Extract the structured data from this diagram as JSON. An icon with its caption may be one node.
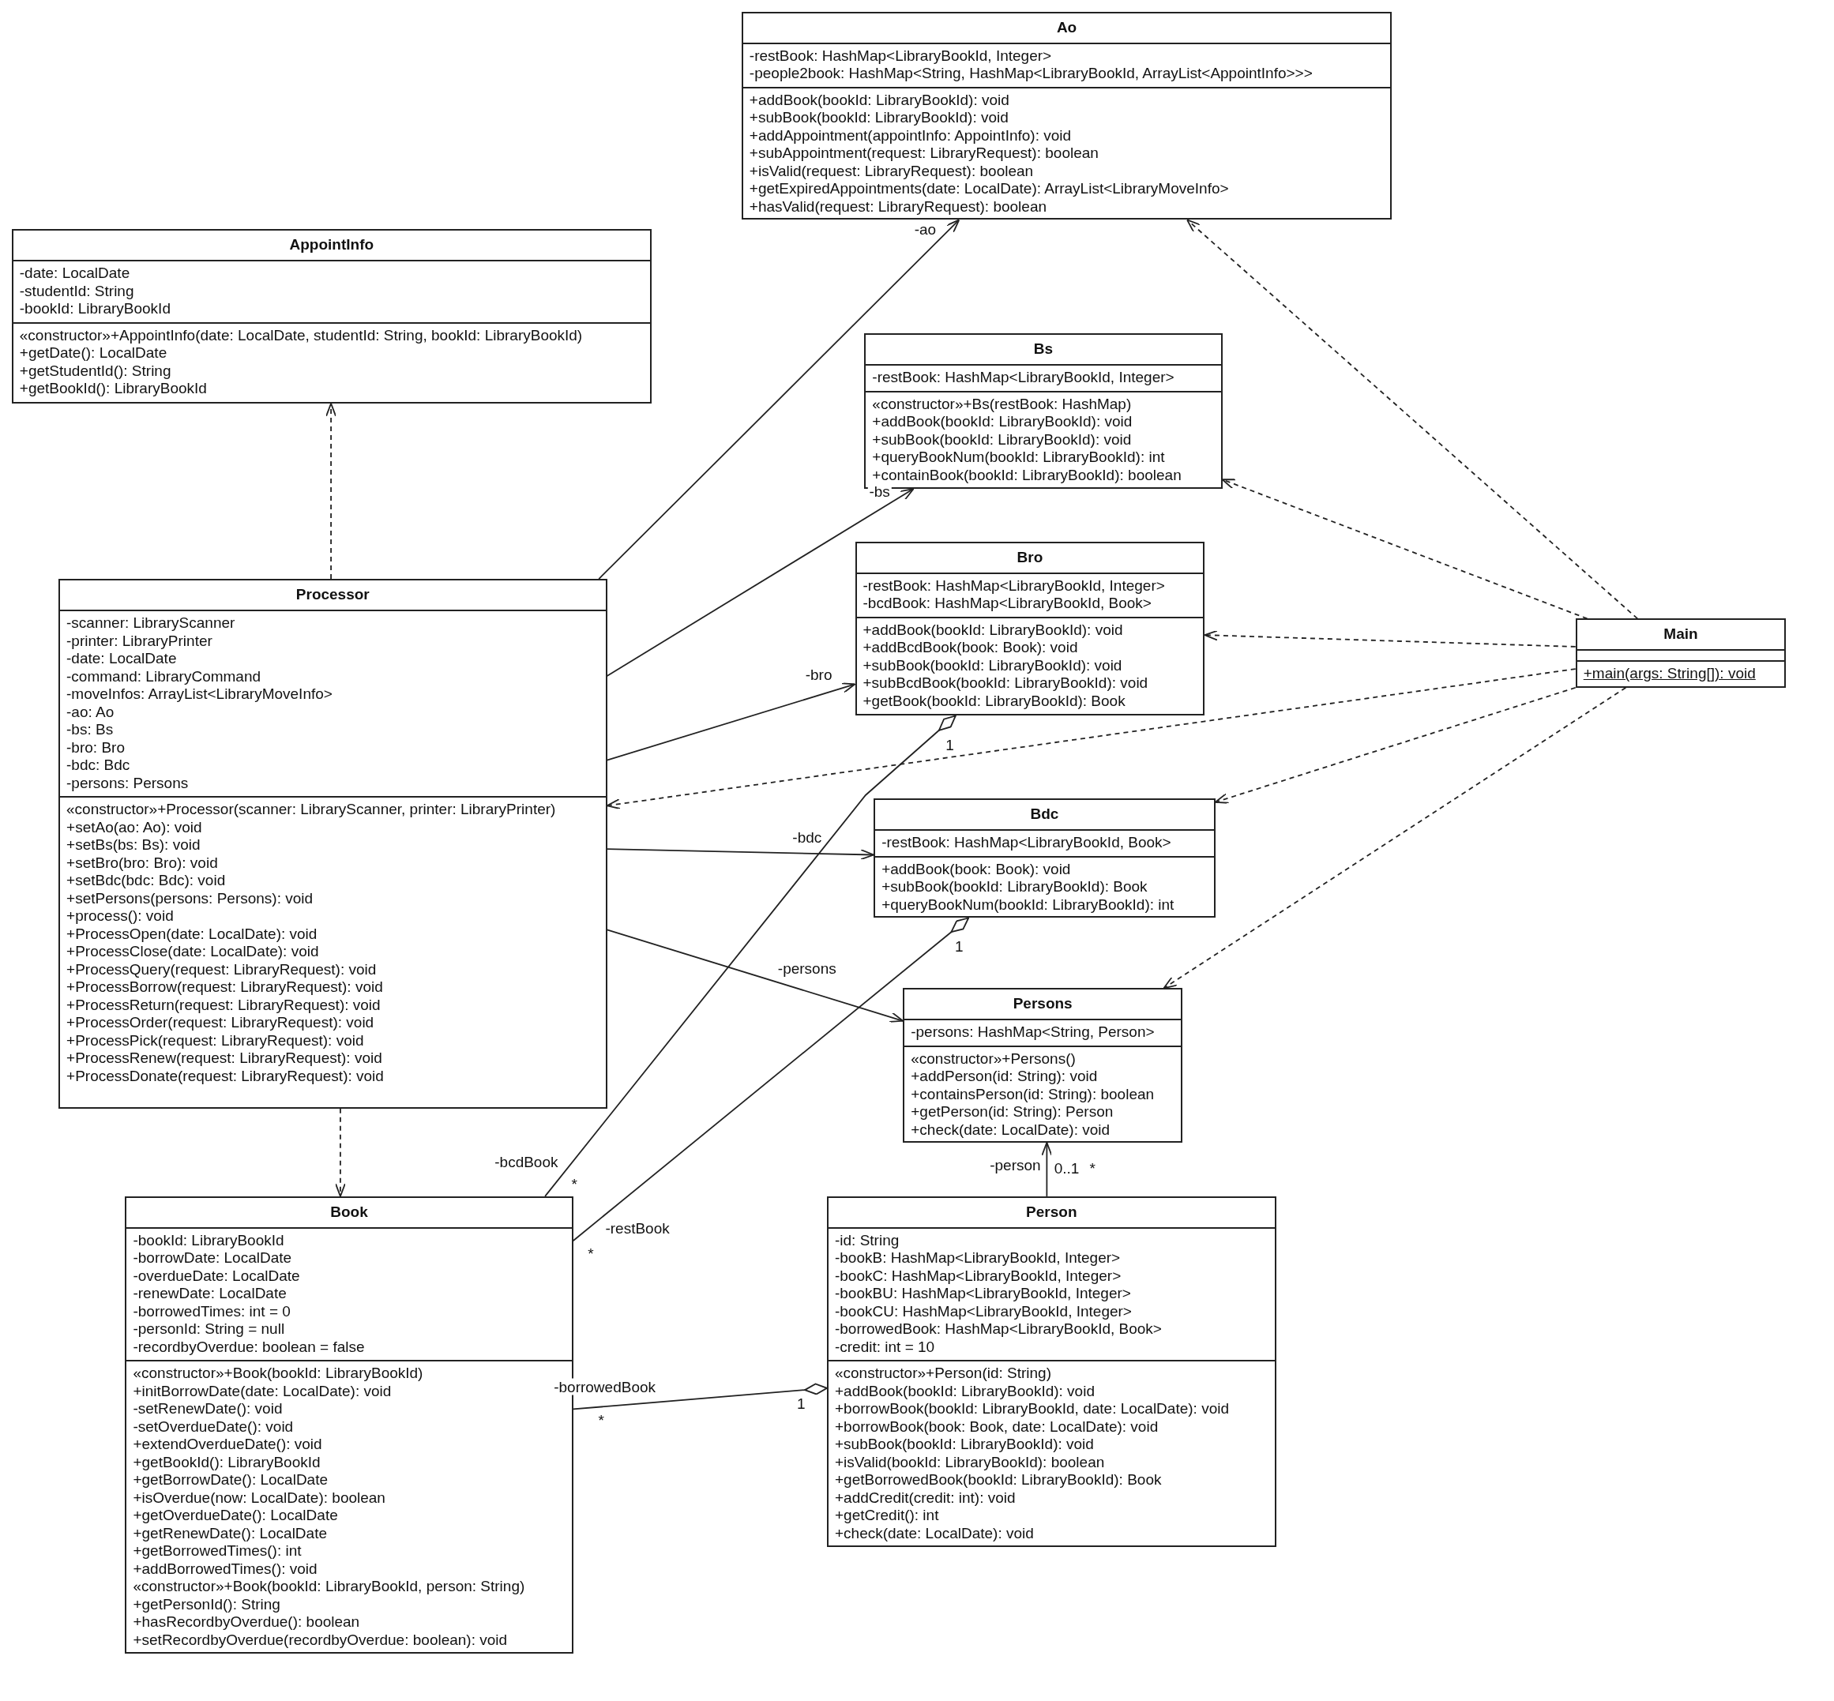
{
  "diagram": {
    "nodes": [
      {
        "text": [
          "Ao"
        ]
      },
      {
        "text": [
          "-restBook: HashMap<LibraryBookId, Integer>",
          "-people2book: HashMap<String, HashMap<LibraryBookId, ArrayList<AppointInfo>>>"
        ],
        "in": 0
      },
      {
        "text": [
          "+addBook(bookId: LibraryBookId): void",
          "+subBook(bookId: LibraryBookId): void",
          "+addAppointment(appointInfo: AppointInfo): void",
          "+subAppointment(request: LibraryRequest): boolean",
          "+isValid(request: LibraryRequest): boolean",
          "+getExpiredAppointments(date: LocalDate): ArrayList<LibraryMoveInfo>",
          "+hasValid(request: LibraryRequest): boolean"
        ],
        "in": 0
      },
      {
        "text": [
          "AppointInfo"
        ]
      },
      {
        "text": [
          "-date: LocalDate",
          "-studentId: String",
          "-bookId: LibraryBookId"
        ],
        "in": 3
      },
      {
        "text": [
          "«constructor»+AppointInfo(date: LocalDate, studentId: String, bookId: LibraryBookId)",
          "+getDate(): LocalDate",
          "+getStudentId(): String",
          "+getBookId(): LibraryBookId"
        ],
        "in": 3
      },
      {
        "text": [
          "Bs"
        ]
      },
      {
        "text": [
          "-restBook: HashMap<LibraryBookId, Integer>"
        ],
        "in": 6
      },
      {
        "text": [
          "«constructor»+Bs(restBook: HashMap)",
          "+addBook(bookId: LibraryBookId): void",
          "+subBook(bookId: LibraryBookId): void",
          "+queryBookNum(bookId: LibraryBookId): int",
          "+containBook(bookId: LibraryBookId): boolean"
        ],
        "in": 6
      },
      {
        "text": [
          "Bro"
        ]
      },
      {
        "text": [
          "-restBook: HashMap<LibraryBookId, Integer>",
          "-bcdBook: HashMap<LibraryBookId, Book>"
        ],
        "in": 9
      },
      {
        "text": [
          "+addBook(bookId: LibraryBookId): void",
          "+addBcdBook(book: Book): void",
          "+subBook(bookId: LibraryBookId): void",
          "+subBcdBook(bookId: LibraryBookId): void",
          "+getBook(bookId: LibraryBookId): Book"
        ],
        "in": 9
      },
      {
        "text": [
          "Processor"
        ]
      },
      {
        "text": [
          "-scanner: LibraryScanner",
          "-printer: LibraryPrinter",
          "-date: LocalDate",
          "-command: LibraryCommand",
          "-moveInfos: ArrayList<LibraryMoveInfo>",
          "-ao: Ao",
          "-bs: Bs",
          "-bro: Bro",
          "-bdc: Bdc",
          "-persons: Persons"
        ],
        "in": 12
      },
      {
        "text": [
          "«constructor»+Processor(scanner: LibraryScanner, printer: LibraryPrinter)",
          "+setAo(ao: Ao): void",
          "+setBs(bs: Bs): void",
          "+setBro(bro: Bro): void",
          "+setBdc(bdc: Bdc): void",
          "+setPersons(persons: Persons): void",
          "+process(): void",
          "+ProcessOpen(date: LocalDate): void",
          "+ProcessClose(date: LocalDate): void",
          "+ProcessQuery(request: LibraryRequest): void",
          "+ProcessBorrow(request: LibraryRequest): void",
          "+ProcessReturn(request: LibraryRequest): void",
          "+ProcessOrder(request: LibraryRequest): void",
          "+ProcessPick(request: LibraryRequest): void",
          "+ProcessRenew(request: LibraryRequest): void",
          "+ProcessDonate(request: LibraryRequest): void"
        ],
        "in": 12
      },
      {
        "text": [
          "Main"
        ]
      },
      {
        "text": [],
        "shape": "box",
        "in": 15
      },
      {
        "text": [
          "+main(args: String[]): void"
        ],
        "in": 15
      },
      {
        "text": [
          "Bdc"
        ]
      },
      {
        "text": [
          "-restBook: HashMap<LibraryBookId, Book>"
        ],
        "in": 18
      },
      {
        "text": [
          "+addBook(book: Book): void",
          "+subBook(bookId: LibraryBookId): Book",
          "+queryBookNum(bookId: LibraryBookId): int"
        ],
        "in": 18
      },
      {
        "text": [
          "Persons"
        ]
      },
      {
        "text": [
          "-persons: HashMap<String, Person>"
        ],
        "in": 21
      },
      {
        "text": [
          "«constructor»+Persons()",
          "+addPerson(id: String): void",
          "+containsPerson(id: String): boolean",
          "+getPerson(id: String): Person",
          "+check(date: LocalDate): void"
        ],
        "in": 21
      },
      {
        "text": [
          "Book"
        ]
      },
      {
        "text": [
          "-bookId: LibraryBookId",
          "-borrowDate: LocalDate",
          "-overdueDate: LocalDate",
          "-renewDate: LocalDate",
          "-borrowedTimes: int = 0",
          "-personId: String = null",
          "-recordbyOverdue: boolean = false"
        ],
        "in": 24
      },
      {
        "text": [
          "«constructor»+Book(bookId: LibraryBookId)",
          "+initBorrowDate(date: LocalDate): void",
          "-setRenewDate(): void",
          "-setOverdueDate(): void",
          "+extendOverdueDate(): void",
          "+getBookId(): LibraryBookId",
          "+getBorrowDate(): LocalDate",
          "+isOverdue(now: LocalDate): boolean",
          "+getOverdueDate(): LocalDate",
          "+getRenewDate(): LocalDate",
          "+getBorrowedTimes(): int",
          "+addBorrowedTimes(): void",
          "«constructor»+Book(bookId: LibraryBookId, person: String)",
          "+getPersonId(): String",
          "+hasRecordbyOverdue(): boolean",
          "+setRecordbyOverdue(recordbyOverdue: boolean): void"
        ],
        "in": 24
      },
      {
        "text": [
          "Person"
        ]
      },
      {
        "text": [
          "-id: String",
          "-bookB: HashMap<LibraryBookId, Integer>",
          "-bookC: HashMap<LibraryBookId, Integer>",
          "-bookBU: HashMap<LibraryBookId, Integer>",
          "-bookCU: HashMap<LibraryBookId, Integer>",
          "-borrowedBook: HashMap<LibraryBookId, Book>",
          "-credit: int = 10"
        ],
        "in": 27
      },
      {
        "text": [
          "«constructor»+Person(id: String)",
          "+addBook(bookId: LibraryBookId): void",
          "+borrowBook(bookId: LibraryBookId, date: LocalDate): void",
          "+borrowBook(book: Book, date: LocalDate): void",
          "+subBook(bookId: LibraryBookId): void",
          "+isValid(bookId: LibraryBookId): boolean",
          "+getBorrowedBook(bookId: LibraryBookId): Book",
          "+addCredit(credit: int): void",
          "+getCredit(): int",
          "+check(date: LocalDate): void"
        ],
        "in": 27
      }
    ],
    "edges": [
      {
        "from": 12,
        "to": 0,
        "arrow": "to",
        "label": "-ao"
      },
      {
        "from": 12,
        "to": 3,
        "arrow": "to",
        "style": "dashed"
      },
      {
        "from": 12,
        "to": 6,
        "arrow": "to",
        "label": "-bs"
      },
      {
        "from": 12,
        "to": 9,
        "arrow": "to",
        "label": "-bro"
      },
      {
        "from": 12,
        "to": 18,
        "arrow": "to",
        "label": "-bdc"
      },
      {
        "from": 12,
        "to": 21,
        "arrow": "to",
        "label": "-persons"
      },
      {
        "from": 12,
        "to": 24,
        "arrow": "to",
        "style": "dashed"
      },
      {
        "from": 15,
        "to": 0,
        "arrow": "to",
        "style": "dashed"
      },
      {
        "from": 15,
        "to": 6,
        "arrow": "to",
        "style": "dashed"
      },
      {
        "from": 15,
        "to": 9,
        "arrow": "to",
        "style": "dashed"
      },
      {
        "from": 15,
        "to": 12,
        "arrow": "to",
        "style": "dashed"
      },
      {
        "from": 15,
        "to": 18,
        "arrow": "to",
        "style": "dashed"
      },
      {
        "from": 15,
        "to": 21,
        "arrow": "to",
        "style": "dashed"
      },
      {
        "from": 24,
        "to": 9,
        "arrow": "other",
        "label": "-bcdBook"
      },
      {
        "from": 24,
        "to": 18,
        "arrow": "other",
        "label": "-restBook"
      },
      {
        "from": 24,
        "to": 27,
        "arrow": "other",
        "label": "-borrowedBook"
      },
      {
        "from": 27,
        "to": 21,
        "arrow": "to",
        "label": "-person"
      }
    ],
    "labels": [
      "1",
      "1",
      "0..1",
      "*",
      "*",
      "*",
      "1",
      "*"
    ]
  }
}
